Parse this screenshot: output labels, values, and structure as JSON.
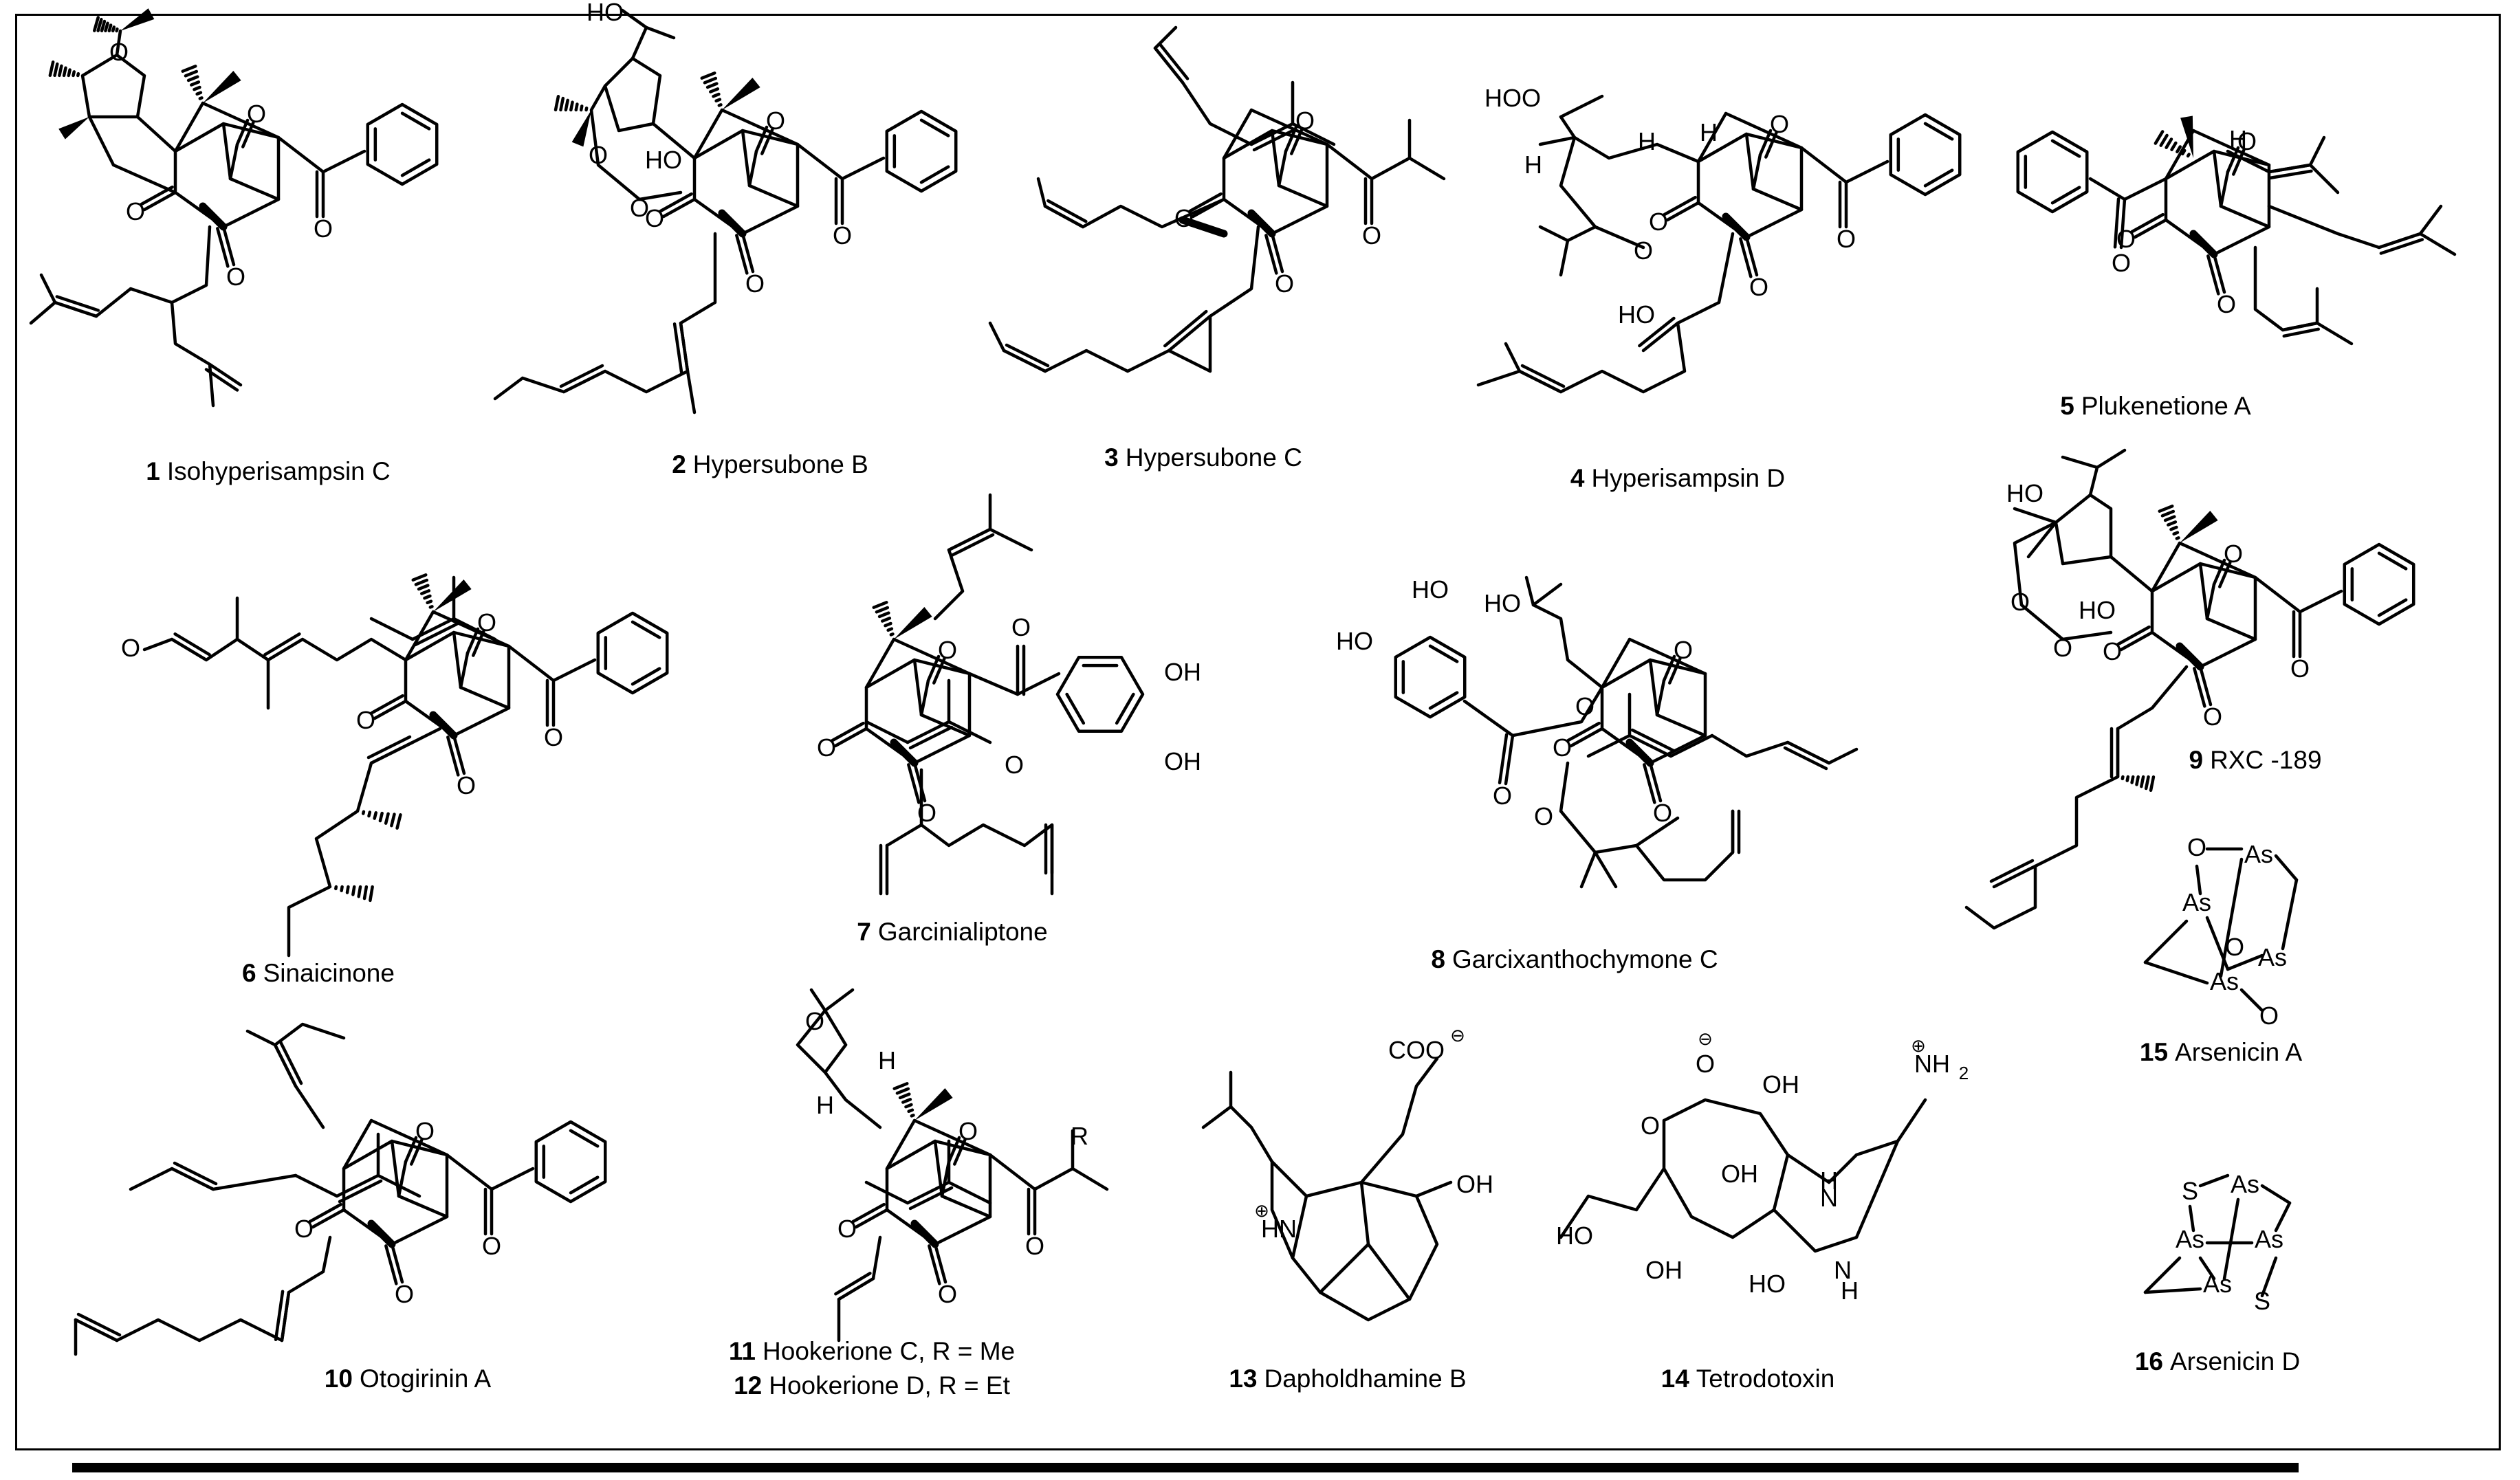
{
  "compounds": [
    {
      "num": "1",
      "name": "Isohyperisampsin C"
    },
    {
      "num": "2",
      "name": "Hypersubone B"
    },
    {
      "num": "3",
      "name": "Hypersubone C"
    },
    {
      "num": "4",
      "name": "Hyperisampsin D"
    },
    {
      "num": "5",
      "name": "Plukenetione A"
    },
    {
      "num": "6",
      "name": "Sinaicinone"
    },
    {
      "num": "7",
      "name": "Garcinialiptone"
    },
    {
      "num": "8",
      "name": "Garcixanthochymone C"
    },
    {
      "num": "9",
      "name": "RXC -189"
    },
    {
      "num": "10",
      "name": "Otogirinin A"
    },
    {
      "num": "11",
      "name": "Hookerione C, R = Me"
    },
    {
      "num": "12",
      "name": "Hookerione D, R = Et"
    },
    {
      "num": "13",
      "name": "Dapholdhamine B"
    },
    {
      "num": "14",
      "name": "Tetrodotoxin"
    },
    {
      "num": "15",
      "name": "Arsenicin A"
    },
    {
      "num": "16",
      "name": "Arsenicin D"
    }
  ],
  "atom_labels": {
    "O": "O",
    "HO": "HO",
    "OH": "OH",
    "HOO": "HOO",
    "H": "H",
    "R": "R",
    "As": "As",
    "S": "S",
    "N": "N",
    "HN": "HN",
    "NH2": "NH",
    "NH2_sub": "2",
    "COO": "COO",
    "plus": "⊕",
    "minus": "⊖",
    "H_small": "H"
  }
}
